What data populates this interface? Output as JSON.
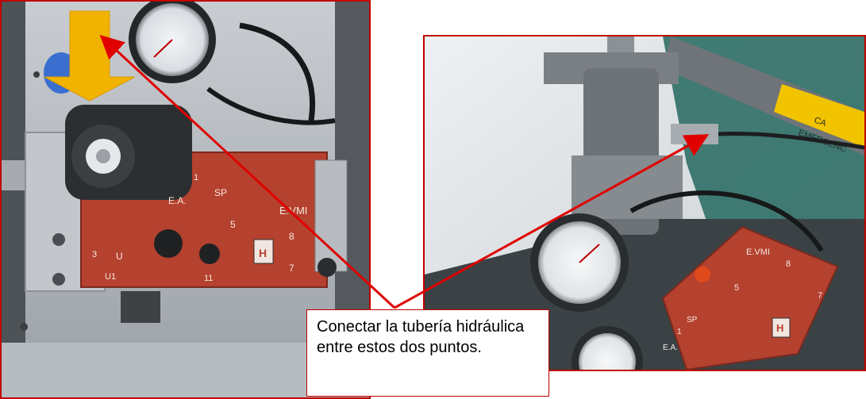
{
  "callout": {
    "text": "Conectar la tubería hidráulica entre estos dos puntos."
  },
  "left_photo": {
    "labels": {
      "ea": "E.A.",
      "sp": "SP",
      "evmi": "E.VMI",
      "n5": "5",
      "n8": "8",
      "n7": "7",
      "u": "U",
      "u1": "U1",
      "n3": "3",
      "n11": "11",
      "n1": "1",
      "logo": "H"
    }
  },
  "right_photo": {
    "labels": {
      "tape_line1": "CA",
      "tape_line2": "EMERGENC",
      "evmi": "E.VMI",
      "n5": "5",
      "n8": "8",
      "n7": "7",
      "sp": "SP",
      "ea": "E.A.",
      "n1": "1",
      "logo": "H"
    }
  },
  "colors": {
    "frame_border": "#c00000",
    "arrow_red": "#e00000",
    "down_arrow": "#f2b200",
    "manifold_red": "#b5412f"
  },
  "icons": [
    "down-arrow-icon",
    "pointer-arrow-icon"
  ]
}
